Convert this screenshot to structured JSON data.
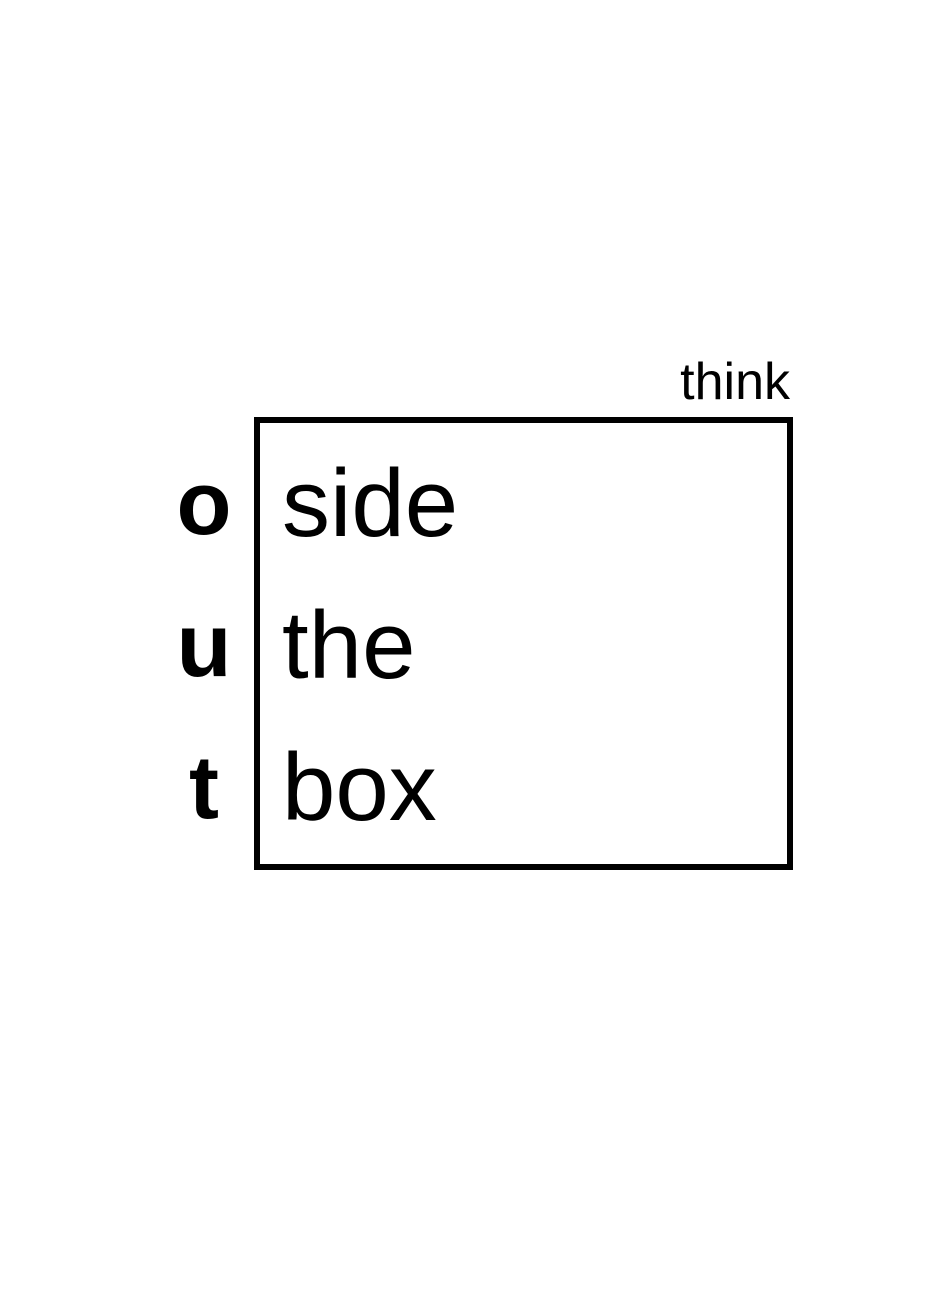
{
  "poster": {
    "top_word": "think",
    "vertical_letters": [
      "o",
      "u",
      "t"
    ],
    "box_words": [
      "side",
      "the",
      "box"
    ]
  },
  "colors": {
    "background": "#ffffff",
    "text": "#000000",
    "box_border": "#000000"
  }
}
